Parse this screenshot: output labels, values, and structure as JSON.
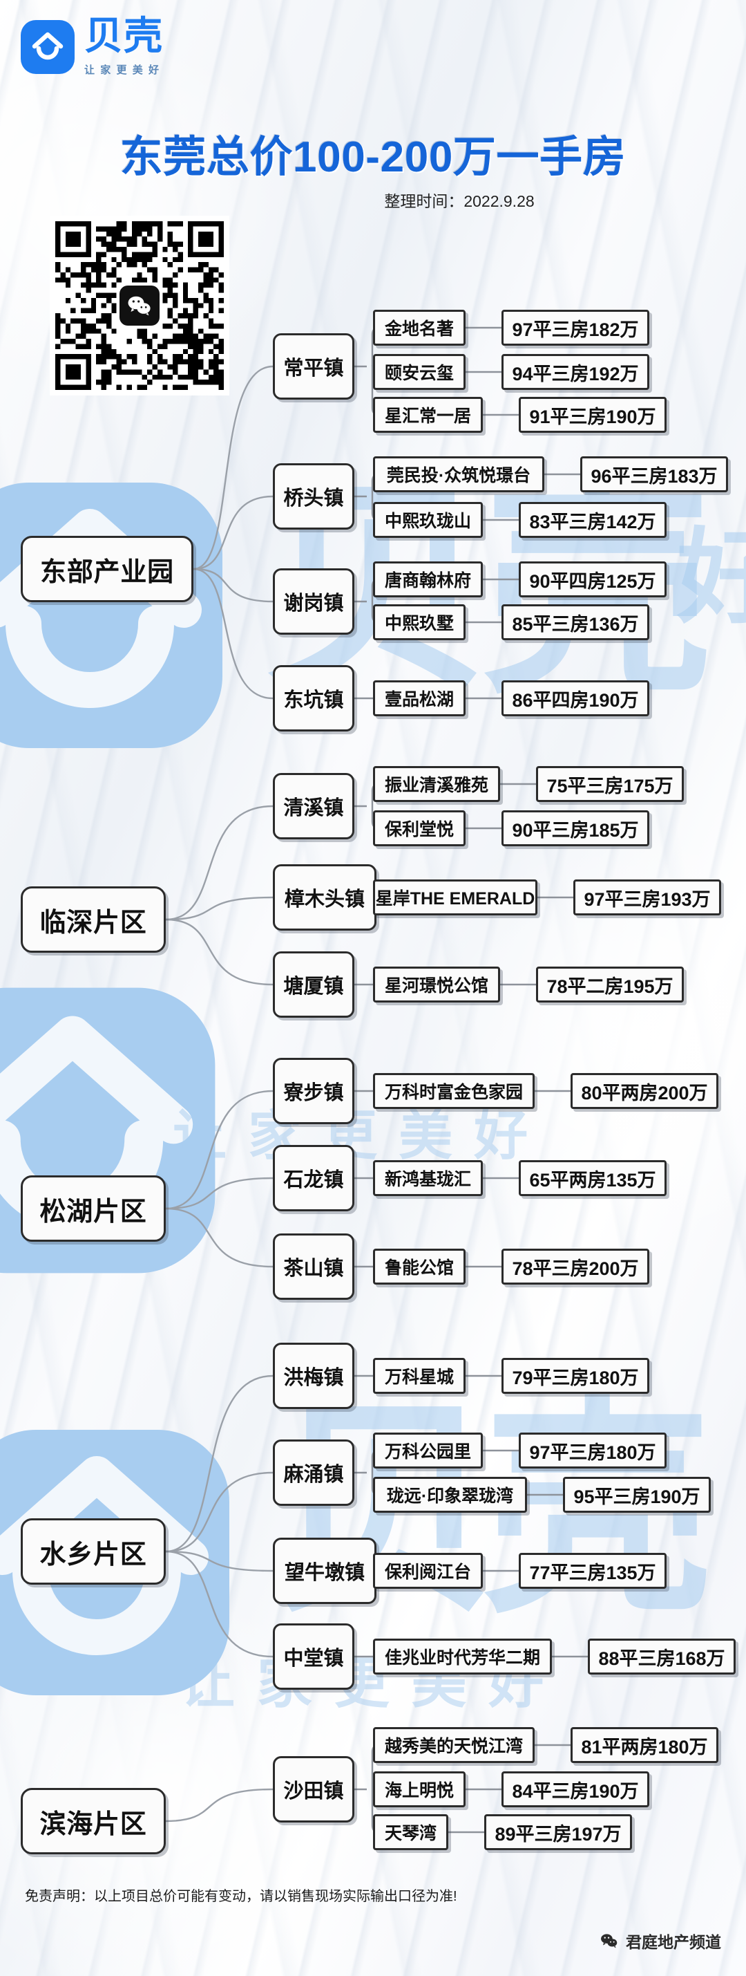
{
  "brand": {
    "logo_icon": "beike-house-icon",
    "name": "贝壳",
    "slogan": "让家更美好"
  },
  "header": {
    "title": "东莞总价100-200万一手房",
    "subtitle": "整理时间：2022.9.28"
  },
  "qr": {
    "icon": "wechat-qr-icon",
    "center_icon": "wechat-icon"
  },
  "watermark": {
    "icon": "beike-logo-watermark",
    "phrases": [
      "让 家 更 美 好",
      "贝 壳",
      "让 家 更 美 好"
    ]
  },
  "regions": [
    {
      "name": "东部产业园",
      "towns": [
        {
          "name": "常平镇",
          "items": [
            {
              "project": "金地名著",
              "price": "97平三房182万"
            },
            {
              "project": "颐安云玺",
              "price": "94平三房192万"
            },
            {
              "project": "星汇常一居",
              "price": "91平三房190万"
            }
          ]
        },
        {
          "name": "桥头镇",
          "items": [
            {
              "project": "莞民投·众筑悦璟台",
              "price": "96平三房183万"
            },
            {
              "project": "中熙玖珑山",
              "price": "83平三房142万"
            }
          ]
        },
        {
          "name": "谢岗镇",
          "items": [
            {
              "project": "唐商翰林府",
              "price": "90平四房125万"
            },
            {
              "project": "中熙玖墅",
              "price": "85平三房136万"
            }
          ]
        },
        {
          "name": "东坑镇",
          "items": [
            {
              "project": "壹品松湖",
              "price": "86平四房190万"
            }
          ]
        }
      ]
    },
    {
      "name": "临深片区",
      "towns": [
        {
          "name": "清溪镇",
          "items": [
            {
              "project": "振业清溪雅苑",
              "price": "75平三房175万"
            },
            {
              "project": "保利堂悦",
              "price": "90平三房185万"
            }
          ]
        },
        {
          "name": "樟木头镇",
          "items": [
            {
              "project": "星岸THE EMERALD",
              "price": "97平三房193万"
            }
          ]
        },
        {
          "name": "塘厦镇",
          "items": [
            {
              "project": "星河璟悦公馆",
              "price": "78平二房195万"
            }
          ]
        }
      ]
    },
    {
      "name": "松湖片区",
      "towns": [
        {
          "name": "寮步镇",
          "items": [
            {
              "project": "万科时富金色家园",
              "price": "80平两房200万"
            }
          ]
        },
        {
          "name": "石龙镇",
          "items": [
            {
              "project": "新鸿基珑汇",
              "price": "65平两房135万"
            }
          ]
        },
        {
          "name": "茶山镇",
          "items": [
            {
              "project": "鲁能公馆",
              "price": "78平三房200万"
            }
          ]
        }
      ]
    },
    {
      "name": "水乡片区",
      "towns": [
        {
          "name": "洪梅镇",
          "items": [
            {
              "project": "万科星城",
              "price": "79平三房180万"
            }
          ]
        },
        {
          "name": "麻涌镇",
          "items": [
            {
              "project": "万科公园里",
              "price": "97平三房180万"
            },
            {
              "project": "珑远·印象翠珑湾",
              "price": "95平三房190万"
            }
          ]
        },
        {
          "name": "望牛墩镇",
          "items": [
            {
              "project": "保利阅江台",
              "price": "77平三房135万"
            }
          ]
        },
        {
          "name": "中堂镇",
          "items": [
            {
              "project": "佳兆业时代芳华二期",
              "price": "88平三房168万"
            }
          ]
        }
      ]
    },
    {
      "name": "滨海片区",
      "towns": [
        {
          "name": "沙田镇",
          "items": [
            {
              "project": "越秀美的天悦江湾",
              "price": "81平两房180万"
            },
            {
              "project": "海上明悦",
              "price": "84平三房190万"
            },
            {
              "project": "天琴湾",
              "price": "89平三房197万"
            }
          ]
        }
      ]
    }
  ],
  "footer": {
    "disclaimer": "免责声明：以上项目总价可能有变动，请以销售现场实际输出口径为准!",
    "credit_icon": "wechat-icon",
    "credit": "君庭地产频道"
  },
  "colors": {
    "brand_blue": "#1e7cf0",
    "title_blue": "#1565d8",
    "watermark_blue": "#a8cdf0",
    "node_border": "#2b2b2b",
    "node_fill": "#fbfbfb"
  }
}
